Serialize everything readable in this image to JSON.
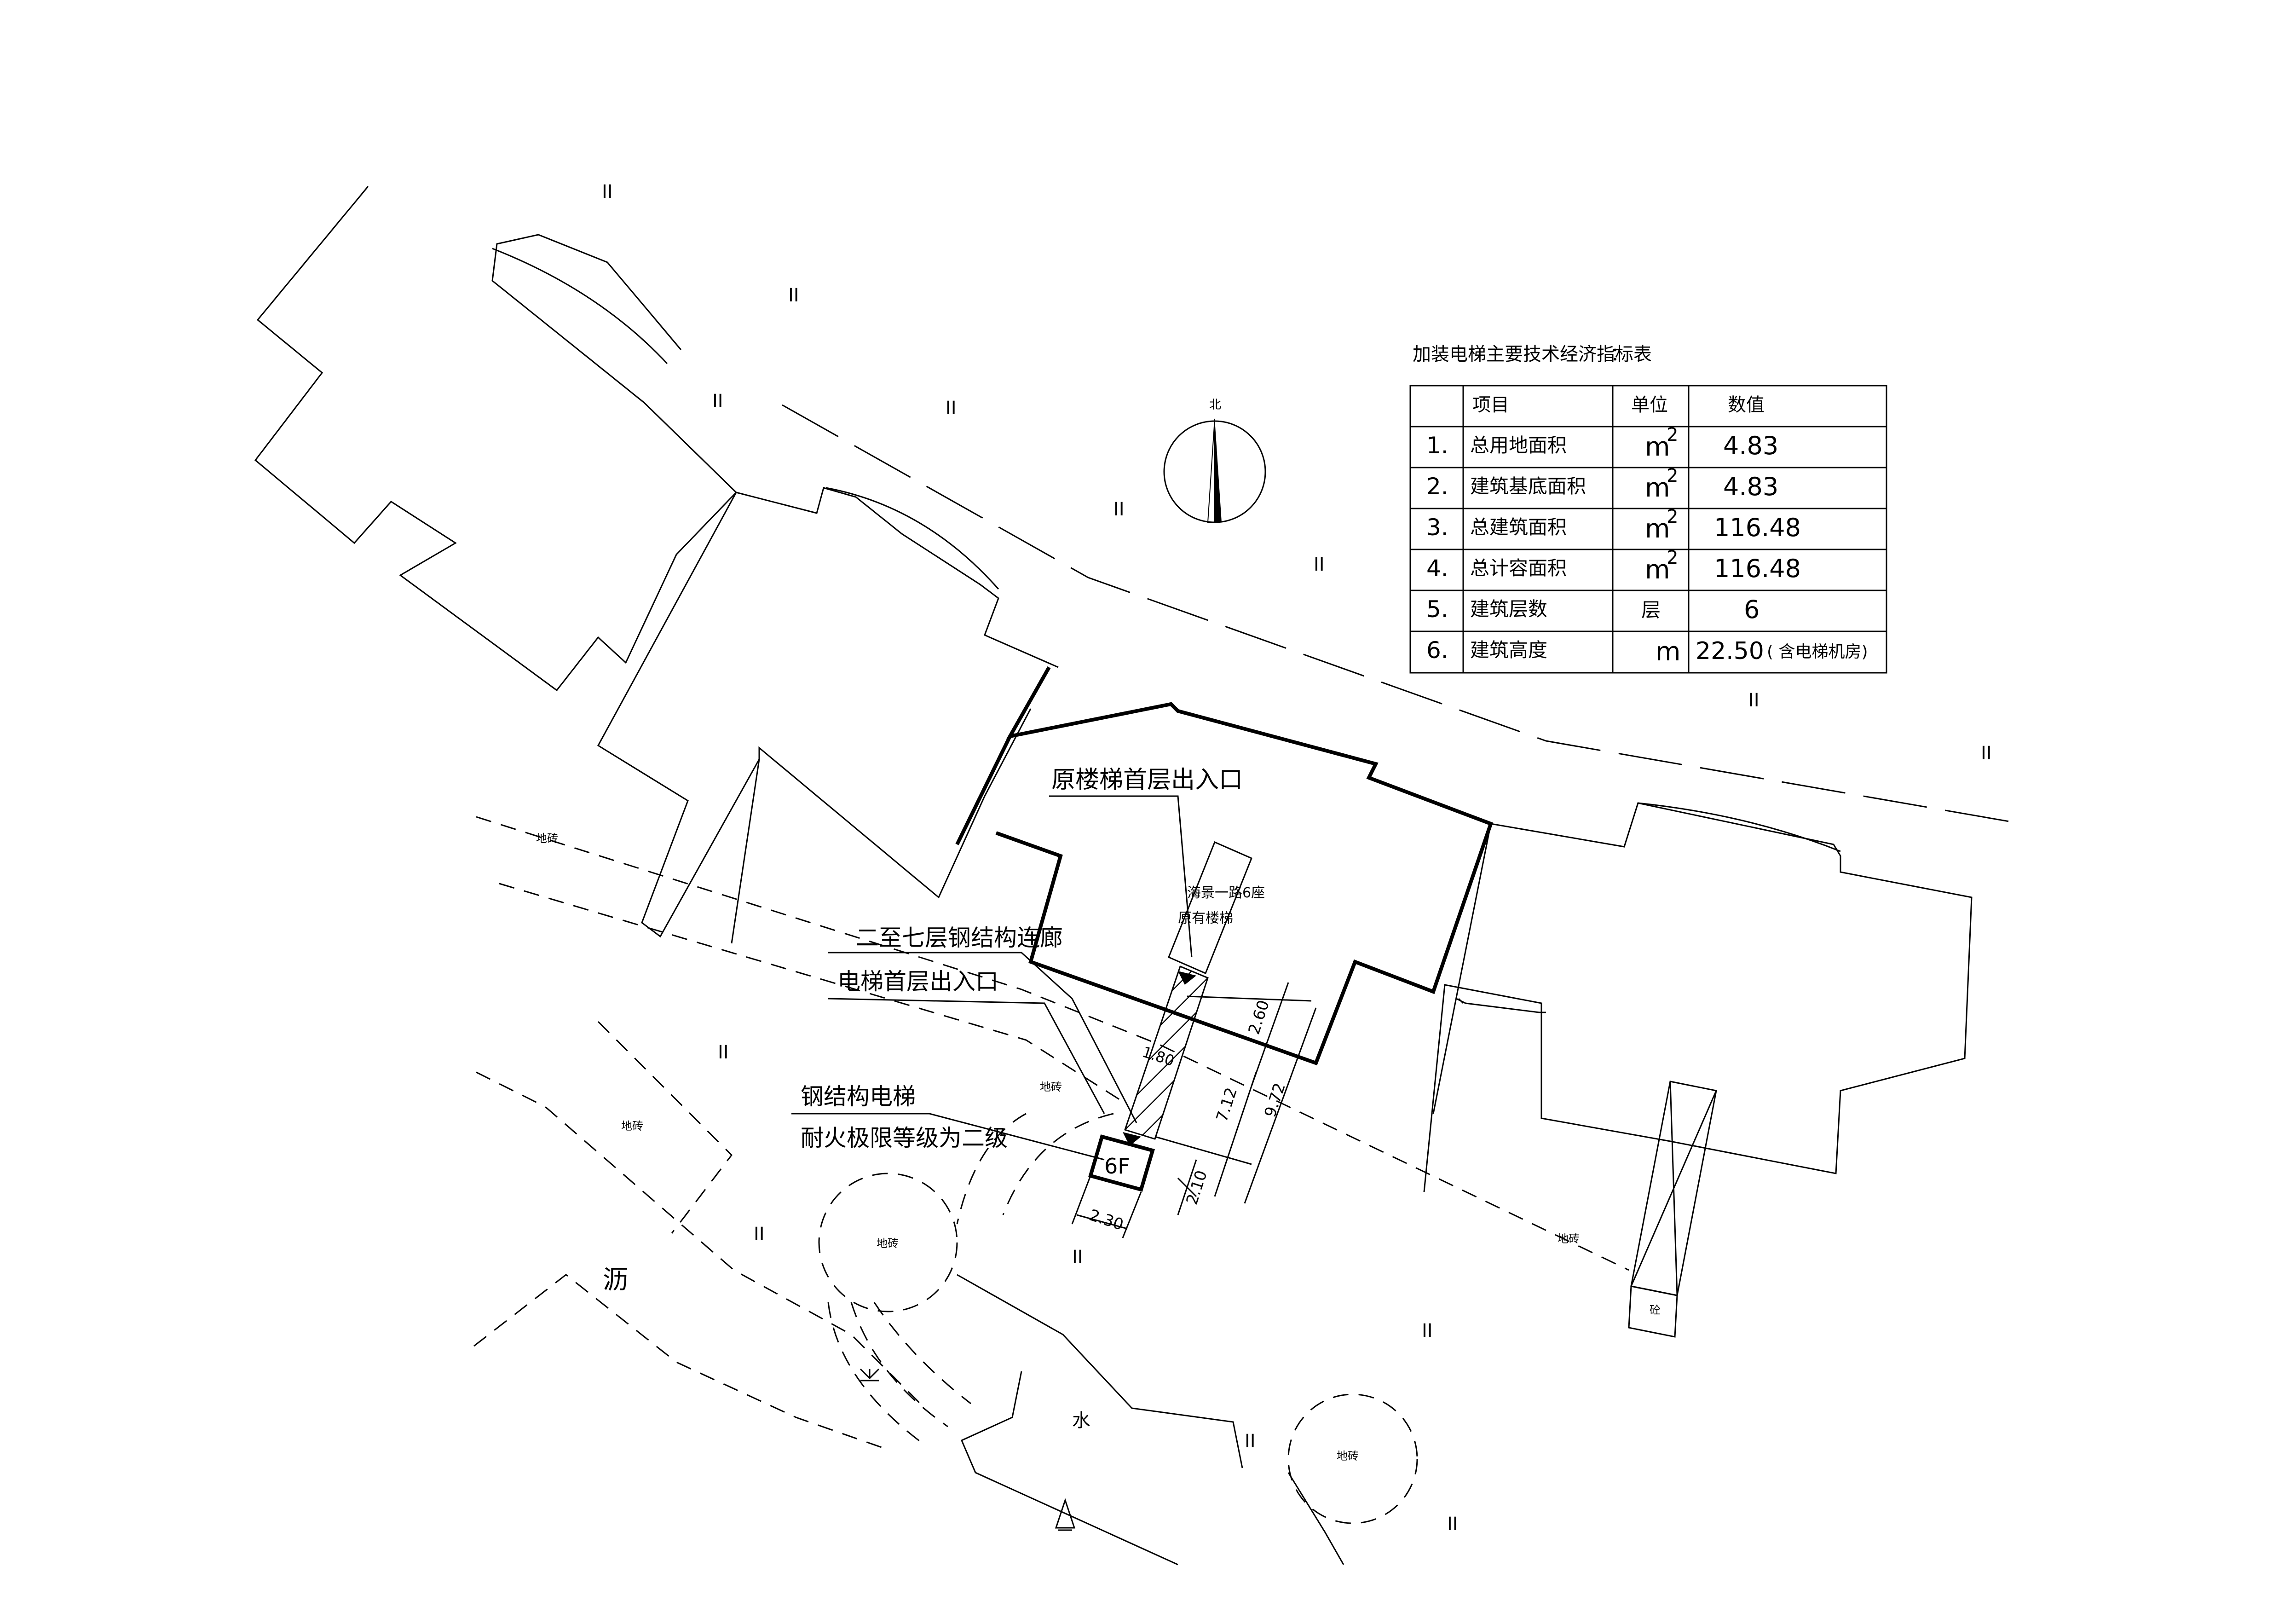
{
  "table": {
    "title": "加装电梯主要技术经济指标表",
    "colon": "：",
    "headers": [
      "项目",
      "单位",
      "数值"
    ],
    "rows": [
      {
        "no": "1.",
        "item": "总用地面积",
        "unit": "m",
        "sup": "2",
        "value": "4.83",
        "note": ""
      },
      {
        "no": "2.",
        "item": "建筑基底面积",
        "unit": "m",
        "sup": "2",
        "value": "4.83",
        "note": ""
      },
      {
        "no": "3.",
        "item": "总建筑面积",
        "unit": "m",
        "sup": "2",
        "value": "116.48",
        "note": ""
      },
      {
        "no": "4.",
        "item": "总计容面积",
        "unit": "m",
        "sup": "2",
        "value": "116.48",
        "note": ""
      },
      {
        "no": "5.",
        "item": "建筑层数",
        "unit": "层",
        "sup": "",
        "value": "6",
        "note": ""
      },
      {
        "no": "6.",
        "item": "建筑高度",
        "unit": "m",
        "sup": "",
        "value": "22.50",
        "note": "( 含电梯机房)"
      }
    ]
  },
  "compass": {
    "label": "北"
  },
  "annotations": {
    "orig_stair_exit": "原楼梯首层出入口",
    "corridor": "二至七层钢结构连廊",
    "elevator_exit": "电梯首层出入口",
    "steel_elevator": "钢结构电梯",
    "fire_rating": "耐火极限等级为二级",
    "building_name_1": "海景一路6座",
    "building_name_2": "原有楼梯",
    "floors": "6F",
    "road_char": "沥",
    "water": "水",
    "pavement": "地砖",
    "concrete": "砼",
    "grass": "II"
  },
  "dimensions": {
    "d1": "2.60",
    "d2": "1.80",
    "d3": "7.12",
    "d4": "9.72",
    "d5": "2.10",
    "d6": "2.30"
  }
}
